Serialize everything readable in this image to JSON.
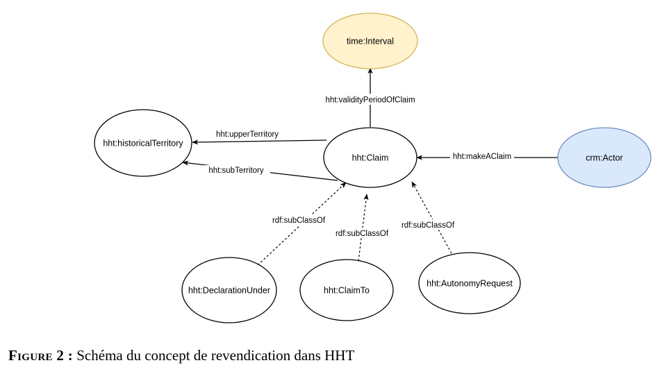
{
  "nodes": {
    "interval": {
      "label": "time:Interval",
      "fill": "#fff2cc",
      "stroke": "#d6b656"
    },
    "claim": {
      "label": "hht:Claim",
      "fill": "#ffffff",
      "stroke": "#000000"
    },
    "historical_territory": {
      "label": "hht:historicalTerritory",
      "fill": "#ffffff",
      "stroke": "#000000"
    },
    "actor": {
      "label": "crm:Actor",
      "fill": "#dae8fc",
      "stroke": "#6c8ebf"
    },
    "declaration_under": {
      "label": "hht:DeclarationUnder",
      "fill": "#ffffff",
      "stroke": "#000000"
    },
    "claim_to": {
      "label": "hht:ClaimTo",
      "fill": "#ffffff",
      "stroke": "#000000"
    },
    "autonomy_request": {
      "label": "hht:AutonomyRequest",
      "fill": "#ffffff",
      "stroke": "#000000"
    }
  },
  "edges": {
    "validity_period": {
      "label": "hht:validityPeriodOfClaim"
    },
    "upper_territory": {
      "label": "hht:upperTerritory"
    },
    "sub_territory": {
      "label": "hht:subTerritory"
    },
    "make_a_claim": {
      "label": "hht:makeAClaim"
    },
    "subclass_declaration": {
      "label": "rdf:subClassOf"
    },
    "subclass_claim_to": {
      "label": "rdf:subClassOf"
    },
    "subclass_autonomy": {
      "label": "rdf:subClassOf"
    }
  },
  "caption": {
    "figure_label": "Figure 2 :",
    "text": "Schéma du concept de revendication dans HHT"
  }
}
